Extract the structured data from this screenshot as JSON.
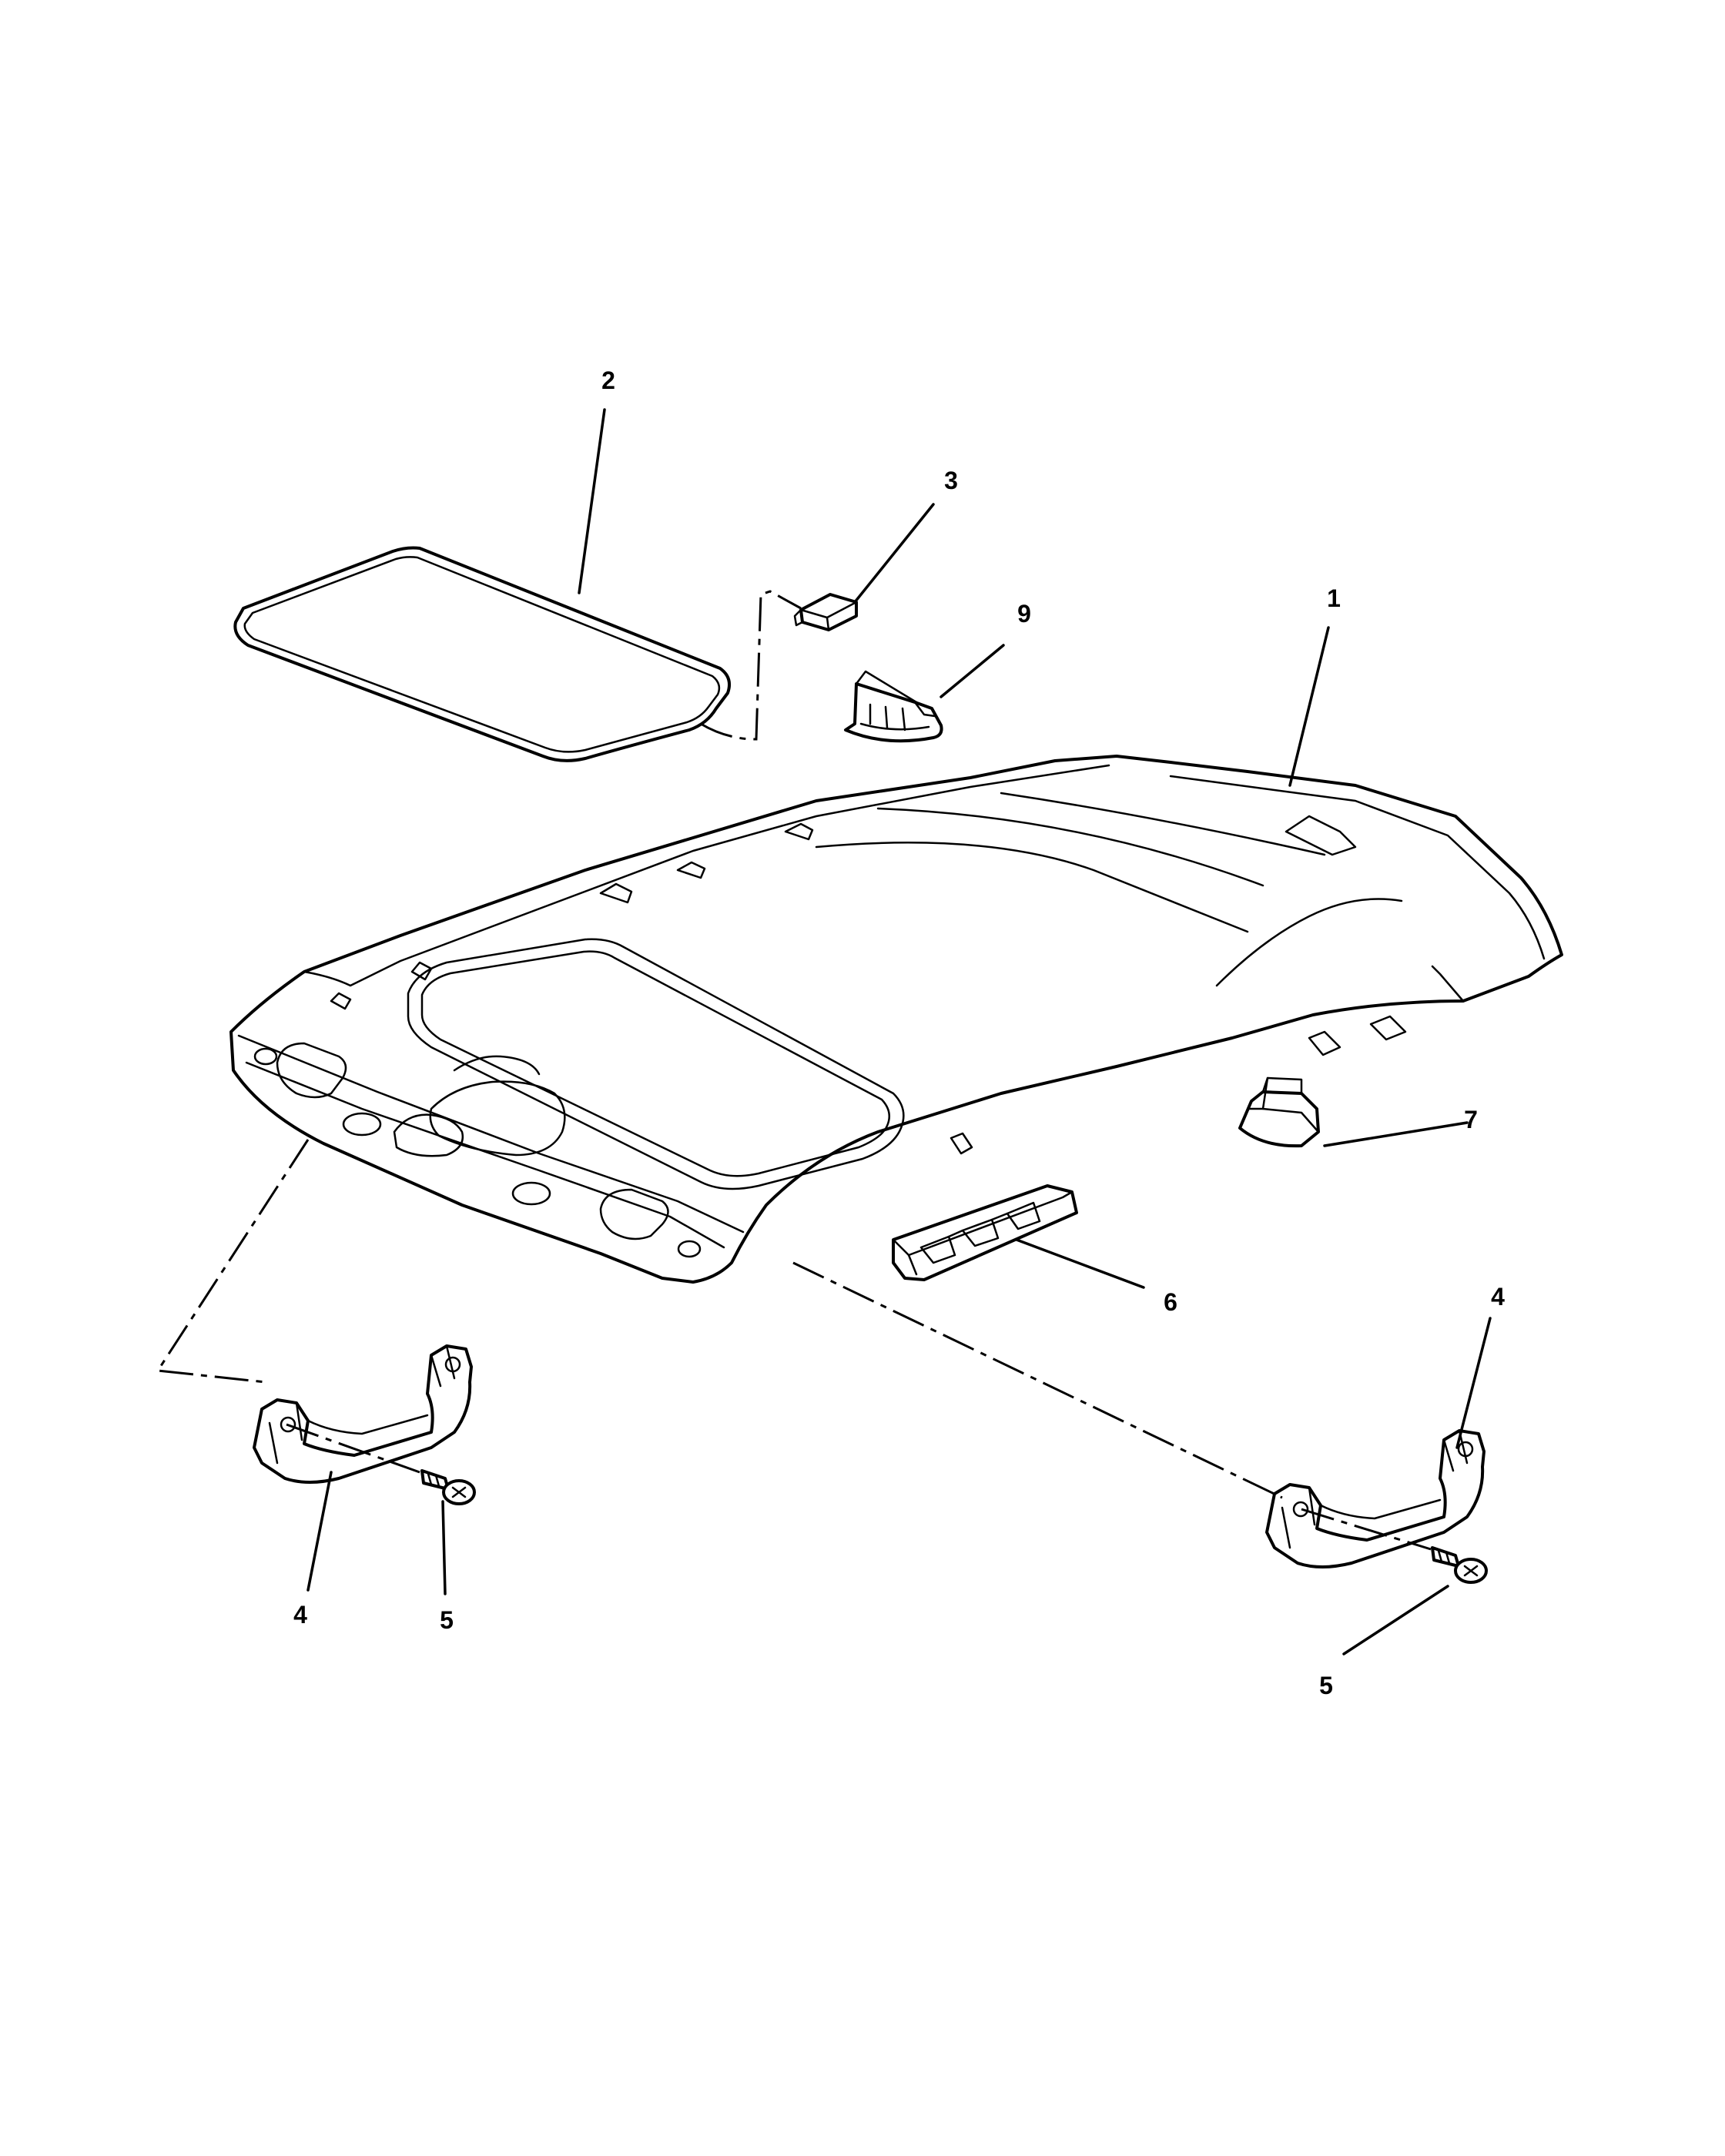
{
  "diagram": {
    "background": "#ffffff",
    "line_color": "#000000",
    "callouts": [
      {
        "id": "c1",
        "label": "1"
      },
      {
        "id": "c2",
        "label": "2"
      },
      {
        "id": "c3",
        "label": "3"
      },
      {
        "id": "c9",
        "label": "9"
      },
      {
        "id": "c7",
        "label": "7"
      },
      {
        "id": "c6",
        "label": "6"
      },
      {
        "id": "c4a",
        "label": "4"
      },
      {
        "id": "c5a",
        "label": "5"
      },
      {
        "id": "c4b",
        "label": "4"
      },
      {
        "id": "c5b",
        "label": "5"
      }
    ]
  }
}
